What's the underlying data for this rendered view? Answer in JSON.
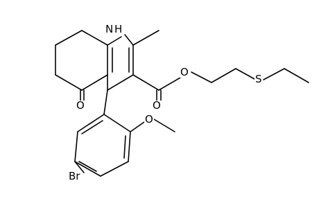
{
  "molecule": {
    "atoms": {
      "nh": "H",
      "n": "N",
      "o_ketone": "O",
      "o_ester_single": "O",
      "o_ester_double": "O",
      "s": "S",
      "o_methoxy": "O",
      "br": "Br"
    }
  }
}
